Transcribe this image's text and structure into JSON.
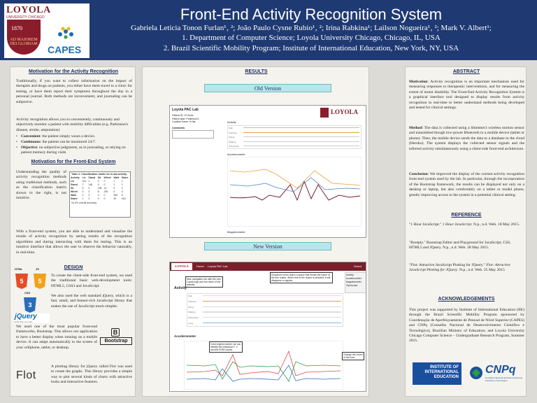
{
  "header": {
    "title": "Front-End Activity Recognition System",
    "authors": "Gabriela Leticia Tonon Furlan¹‚ ²; João Paulo Cysne Rubio¹‚ ²; Irina Rabkina¹; Lailson Nogueira¹‚ ²; Mark V. Albert¹;",
    "affiliation1": "1. Department of Computer Science; Loyola University Chicago, Chicago, IL, USA",
    "affiliation2": "2. Brazil Scientific Mobility Program; Institute of International Education, New York, NY, USA",
    "loyola_name": "LOYOLA",
    "loyola_sub": "UNIVERSITY CHICAGO",
    "shield_year": "1870",
    "shield_motto": "AD MAJOREM DEI GLORIAM",
    "capes_name": "CAPES"
  },
  "motivation_ar": {
    "heading": "Motivation for the Activity Recognition",
    "p1": "Traditionally, if you want to collect information on the impact of therapies and drugs on patients, you either have them travel to a clinic for testing, or have them report their symptoms throughout the day in a personal journal. Both methods are inconvenient, and journaling can be subjective.",
    "p2": "Activity recognition allows you to conveniently, continuously and objectively monitor a patient with mobility difficulties (e.g. Parkinson's disease, stroke, amputation)",
    "bullets": [
      {
        "term": "Convenient",
        "text": ": the patient simply wears a device."
      },
      {
        "term": "Continuous",
        "text": ": the patient can be monitored 24/7."
      },
      {
        "term": "Objective",
        "text": ": no subjective judgments, as in journaling, or relying on patient memory during visits"
      }
    ]
  },
  "motivation_fe": {
    "heading": "Motivation for the Front-End System",
    "p1": "Understanding the quality of activity recognition methods using traditional methods, such as the classification matrix shown to the right, is not intuitive.",
    "p2": "With a front-end system, you are able to understand and visualize the results of activity recognition by seeing results of the recognition algorithms and during interacting with them for testing. This is an intuitive interface that allows the user to observe the behavior naturally, in real-time."
  },
  "classification_table": {
    "caption": "Table 2. Classification matrix for in-lab activity.",
    "headers": [
      "Activity",
      "Lie",
      "Stand",
      "Sit",
      "Wheel",
      "Walk",
      "Stairs"
    ],
    "rows": [
      [
        "Lie",
        "161",
        "1",
        "0",
        "0",
        "1",
        "1"
      ],
      [
        "Stand",
        "7",
        "148",
        "0",
        "0",
        "1",
        "1"
      ],
      [
        "Sit",
        "5",
        "0",
        "135",
        "14",
        "0",
        "2"
      ],
      [
        "Wheel",
        "0",
        "3",
        "8",
        "236",
        "0",
        "0"
      ],
      [
        "Walk",
        "0",
        "3",
        "4",
        "0",
        "259",
        "6"
      ],
      [
        "Stairs",
        "1",
        "2",
        "0",
        "0",
        "20",
        "160"
      ]
    ],
    "footnote": "94.2% overall accuracy"
  },
  "design": {
    "heading": "DESIGN",
    "p1": "To create the client-side front-end system, we used the traditional basic web-development tools: HTML5, CSS3 and JavaScript.",
    "p2": "We also used the web standard jQuery, which is a fast, small, and feature-rich JavaScript library that makes the use of JavaScript much simpler.",
    "p3": "We used one of the most popular front-end frameworks, Bootstrap. This allows our application to have a better display when running on a mobile device. It can adapt automatically to the screen of your cellphone, tablet, or desktop.",
    "p4": "A plotting library for jQuery called Flot was used to create the graphs. This library provides a simple way to plot several kinds of charts with attractive looks and interactive features.",
    "html_label": "HTML",
    "js_label": "JS",
    "css_label": "CSS",
    "jquery_label": "jQuery",
    "jquery_tag": "write less, do more.",
    "bootstrap_letter": "B",
    "bootstrap_label": "Bootstrap",
    "flot_label": "Flot"
  },
  "results": {
    "heading": "RESULTS",
    "old_label": "Old Version",
    "new_label": "New Version",
    "old_app": {
      "title": "Loyola PAC Lab",
      "patient_id": "Patient ID: 12 Kicks",
      "patient_type": "Patient type: Parkinson's",
      "location": "Location name: In lab",
      "comments": "Comments",
      "activity": "Activity",
      "accelerometer": "Accelerometer",
      "magnetometer": "Magnetometer",
      "activities": [
        "Stair",
        "Standing",
        "Sitting",
        "Walking",
        "Wheelchair"
      ]
    },
    "new_app": {
      "brand": "Loyola PAC Lab",
      "nav_home": "Home",
      "right_menu": "Select",
      "menu_items": [
        "Activity",
        "Accelerometer",
        "Magnetometer",
        "Gyroscope"
      ],
      "activity": "Activity",
      "accelerometer": "Accelerometer",
      "activities": [
        "Stair",
        "Standing",
        "Sitting",
        "Walking",
        "Wheelchair",
        "Lying"
      ],
      "callout1": "New navigation bar with the new Loyola logo and the name of the website",
      "callout2": "Dropdown menu that is a space that shows the name of the line charts. When one of the charts is selected, it will disappear or appear",
      "callout3": "Color-legend marker, we can identify the individual X, Y, and the R/GB values",
      "callout4": "Change the colors of the lines"
    }
  },
  "abstract": {
    "heading": "ABSTRACT",
    "motivation_term": "Motivation",
    "motivation": ": Activity recognition is an important mechanism used for measuring responses to therapeutic interventions, and for measuring the extent of motor disability. The Front-End Activity Recognition System is a graphical interface tool designed to display results from activity recognition in real-time to better understand methods being developed and tested for clinical settings.",
    "method_term": "Method",
    "method": ": The data is collected using a Shimmer3 wireless motion sensor and transmitted though low-power Bluetooth to a mobile device (tablet or phone). Then, the mobile device sends the data to a database in the cloud (Heroku). The system displays the collected sensor signals and the inferred activity simultaneously using a client-side front-end architecture.",
    "conclusion_term": "Conclusion",
    "conclusion": ": We improved the display of the current activity recognition front-end system used by the lab. In particular, through the incorporation of the Bootstrap framework, the results can be displayed not only on a desktop or laptop, but also comfortably on a tablet or model phone, greatly improving access to the system in a potential clinical setting."
  },
  "reference": {
    "heading": "REFERENCE",
    "refs": [
      {
        "pre": "\"1 Hour JavaScript.\" ",
        "em": "1 Hour JavaScript",
        "post": ". N.p., n.d. Web. 18 May 2015."
      },
      {
        "pre": "\"Bootply.\" Bootstrap Editor and Playground for JavaScript, CSS, HTML5 and JQuery. N.p., n.d. Web. 28 May 2015.",
        "em": "",
        "post": ""
      },
      {
        "pre": "\"Flot: Attractive JavaScript Plotting for JQuery.\" ",
        "em": "Flot: Attractive JavaScript Plotting for JQuery",
        "post": ". N.p., n.d. Web. 25 May 2015"
      }
    ]
  },
  "acknowledgements": {
    "heading": "ACKNOWLEDGEMENTS",
    "text": "This project was supported by Institute of International Education (IIE) through the Brazil Scientific Mobility Program sponsored by Coordenação de Aperfeiçoamento de Pessoal de Nível Superior (CAPES) and CNPq (Conselho Nacional de Desenvolvimento Científico e Tecnológico), Brazilian Ministry of Education; and Loyola University Chicago Computer Science – Undergraduate Research Program, Summer 2015.",
    "iie_logo": "INSTITUTE OF INTERNATIONAL EDUCATION",
    "cnpq_logo": "CNPq",
    "cnpq_sub": "Conselho Nacional de Desenvolvimento Científico e Tecnológico"
  }
}
